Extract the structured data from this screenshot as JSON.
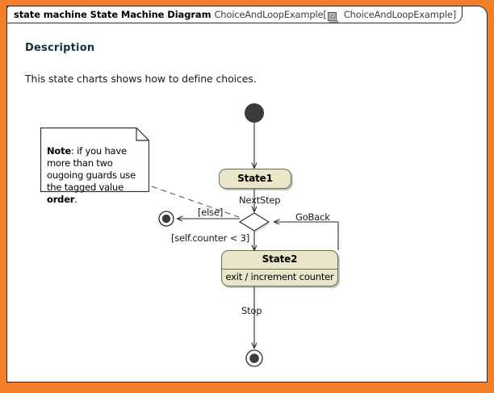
{
  "window": {
    "frame_color": "#F57E28",
    "canvas_color": "#FFFFFF"
  },
  "title_tab": {
    "kind": "state machine State Machine Diagram",
    "name": "ChoiceAndLoopExample",
    "bracket_open": "[",
    "bracket_close": "]",
    "qualified_name": "ChoiceAndLoopExample",
    "icon": "state-machine-icon"
  },
  "description": {
    "heading": "Description",
    "text": "This state charts shows how to define choices."
  },
  "note": {
    "lead": "Note",
    "body_1": ": if you have more",
    "body_2": "than two ougoing",
    "body_3": "guards use the",
    "body_4": "tagged value ",
    "emphasis": "order",
    "body_5": "."
  },
  "diagram": {
    "type": "uml-state-machine",
    "state_fill": "#EAE6CA",
    "state_border": "#6B6B4F",
    "nodes": [
      {
        "id": "initial",
        "kind": "initial-state",
        "label": ""
      },
      {
        "id": "state1",
        "kind": "state",
        "label": "State1"
      },
      {
        "id": "choice",
        "kind": "choice-pseudostate",
        "label": ""
      },
      {
        "id": "state2",
        "kind": "state",
        "label": "State2",
        "body": "exit / increment counter"
      },
      {
        "id": "final-else",
        "kind": "final-state",
        "label": ""
      },
      {
        "id": "final-stop",
        "kind": "final-state",
        "label": ""
      }
    ],
    "transitions": [
      {
        "from": "initial",
        "to": "state1",
        "label": ""
      },
      {
        "from": "state1",
        "to": "choice",
        "label": "NextStep"
      },
      {
        "from": "choice",
        "to": "final-else",
        "label": "[else]"
      },
      {
        "from": "choice",
        "to": "state2",
        "label": "[self.counter < 3]"
      },
      {
        "from": "state2",
        "to": "choice",
        "label": "GoBack"
      },
      {
        "from": "state2",
        "to": "final-stop",
        "label": "Stop"
      }
    ]
  },
  "labels": {
    "state1": "State1",
    "state2_name": "State2",
    "state2_body": "exit / increment counter",
    "nextstep": "NextStep",
    "else": "[else]",
    "goback": "GoBack",
    "guard": "[self.counter < 3]",
    "stop": "Stop"
  }
}
